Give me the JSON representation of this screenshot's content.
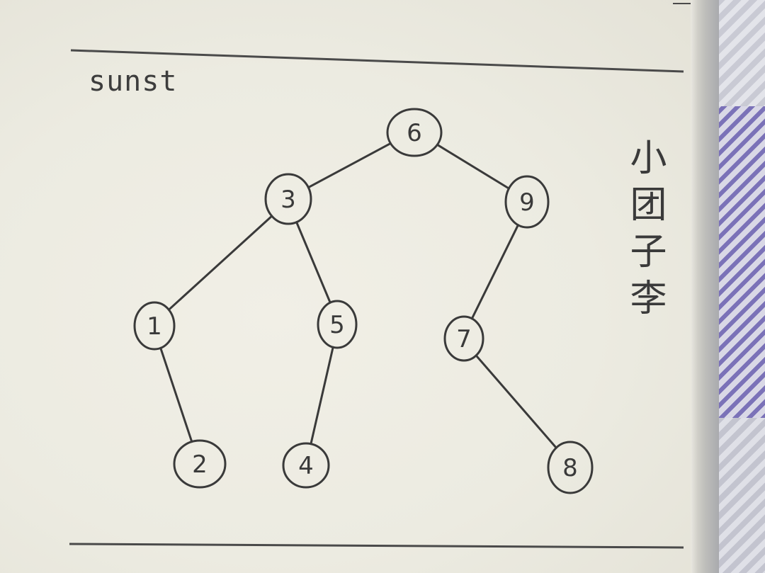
{
  "header_text": "sunst",
  "signature_text": "小团子李",
  "colors": {
    "ink": "#3a3a3a",
    "paper": "#eeece3",
    "fabric_stripe": "#7b72b8"
  },
  "tree": {
    "nodes": [
      {
        "id": "n6",
        "label": "6"
      },
      {
        "id": "n3",
        "label": "3"
      },
      {
        "id": "n9",
        "label": "9"
      },
      {
        "id": "n1",
        "label": "1"
      },
      {
        "id": "n5",
        "label": "5"
      },
      {
        "id": "n7",
        "label": "7"
      },
      {
        "id": "n2",
        "label": "2"
      },
      {
        "id": "n4",
        "label": "4"
      },
      {
        "id": "n8",
        "label": "8"
      }
    ],
    "edges": [
      {
        "from": "n6",
        "to": "n3"
      },
      {
        "from": "n6",
        "to": "n9"
      },
      {
        "from": "n3",
        "to": "n1"
      },
      {
        "from": "n3",
        "to": "n5"
      },
      {
        "from": "n9",
        "to": "n7"
      },
      {
        "from": "n1",
        "to": "n2"
      },
      {
        "from": "n5",
        "to": "n4"
      },
      {
        "from": "n7",
        "to": "n8"
      }
    ]
  }
}
